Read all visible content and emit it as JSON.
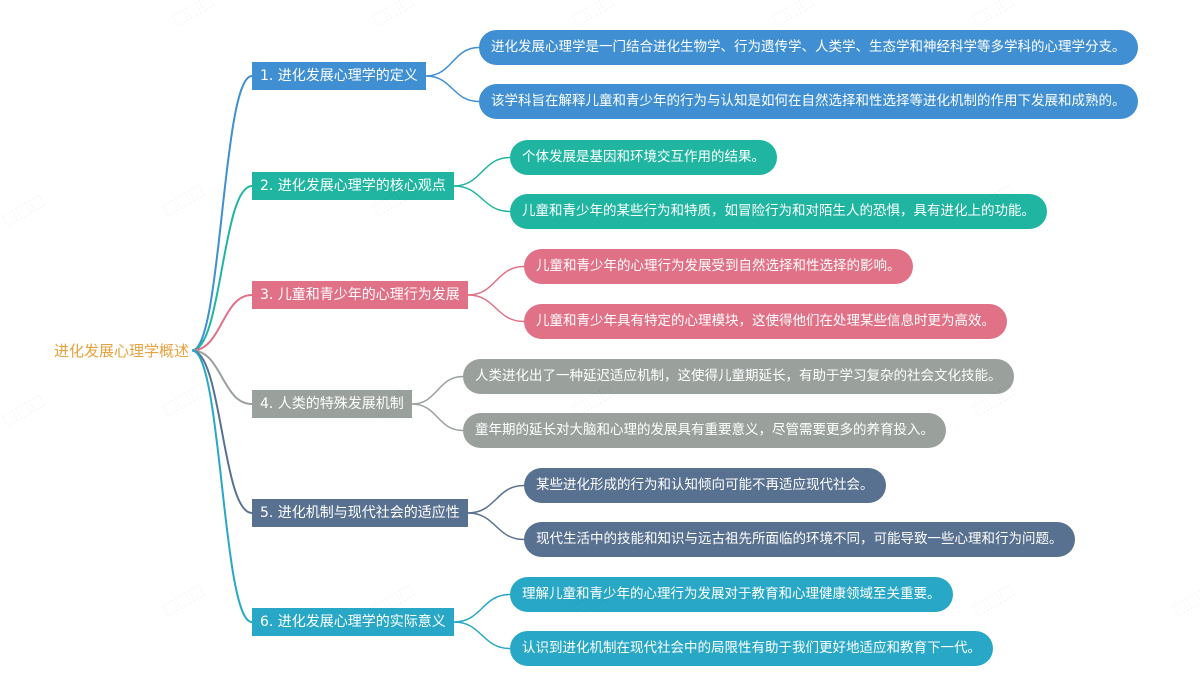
{
  "root": {
    "label": "进化发展心理学概述"
  },
  "branches": [
    {
      "label": "1. 进化发展心理学的定义",
      "color": "#3f8fd2",
      "children": [
        "进化发展心理学是一门结合进化生物学、行为遗传学、人类学、生态学和神经科学等多学科的心理学分支。",
        "该学科旨在解释儿童和青少年的行为与认知是如何在自然选择和性选择等进化机制的作用下发展和成熟的。"
      ]
    },
    {
      "label": "2. 进化发展心理学的核心观点",
      "color": "#1fb5a0",
      "children": [
        "个体发展是基因和环境交互作用的结果。",
        "儿童和青少年的某些行为和特质，如冒险行为和对陌生人的恐惧，具有进化上的功能。"
      ]
    },
    {
      "label": "3. 儿童和青少年的心理行为发展",
      "color": "#e07187",
      "children": [
        "儿童和青少年的心理行为发展受到自然选择和性选择的影响。",
        "儿童和青少年具有特定的心理模块，这使得他们在处理某些信息时更为高效。"
      ]
    },
    {
      "label": "4. 人类的特殊发展机制",
      "color": "#9aa19c",
      "children": [
        "人类进化出了一种延迟适应机制，这使得儿童期延长，有助于学习复杂的社会文化技能。",
        "童年期的延长对大脑和心理的发展具有重要意义，尽管需要更多的养育投入。"
      ]
    },
    {
      "label": "5. 进化机制与现代社会的适应性",
      "color": "#587190",
      "children": [
        "某些进化形成的行为和认知倾向可能不再适应现代社会。",
        "现代生活中的技能和知识与远古祖先所面临的环境不同，可能导致一些心理和行为问题。"
      ]
    },
    {
      "label": "6. 进化发展心理学的实际意义",
      "color": "#28a8c6",
      "children": [
        "理解儿童和青少年的心理行为发展对于教育和心理健康领域至关重要。",
        "认识到进化机制在现代社会中的局限性有助于我们更好地适应和教育下一代。"
      ]
    }
  ]
}
